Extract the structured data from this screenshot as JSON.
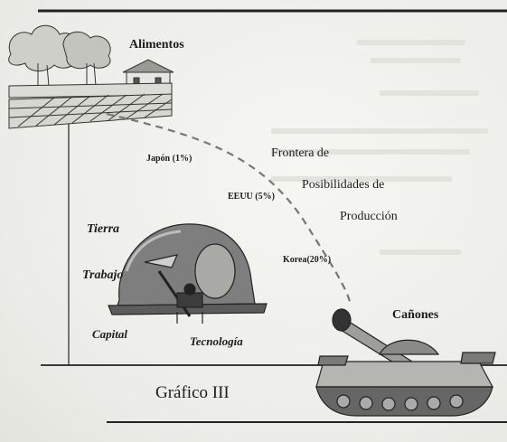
{
  "diagram": {
    "top_left_label": "Alimentos",
    "top_right_label": "Cañones",
    "frontier_line1": "Frontera de",
    "frontier_line2": "Posibilidades de",
    "frontier_line3": "Producción",
    "points": [
      {
        "label": "Japón (1%)"
      },
      {
        "label": "EEUU (5%)"
      },
      {
        "label": "Korea(20%)"
      }
    ],
    "factors": {
      "tierra": "Tierra",
      "trabajo": "Trabajo",
      "capital": "Capital",
      "tecnologia": "Tecnología"
    },
    "figure_caption": "Gráfico III"
  },
  "colors": {
    "ink": "#1c1c1c",
    "paper": "#f1f1ee",
    "helmet_fill": "#7e7e7e"
  }
}
